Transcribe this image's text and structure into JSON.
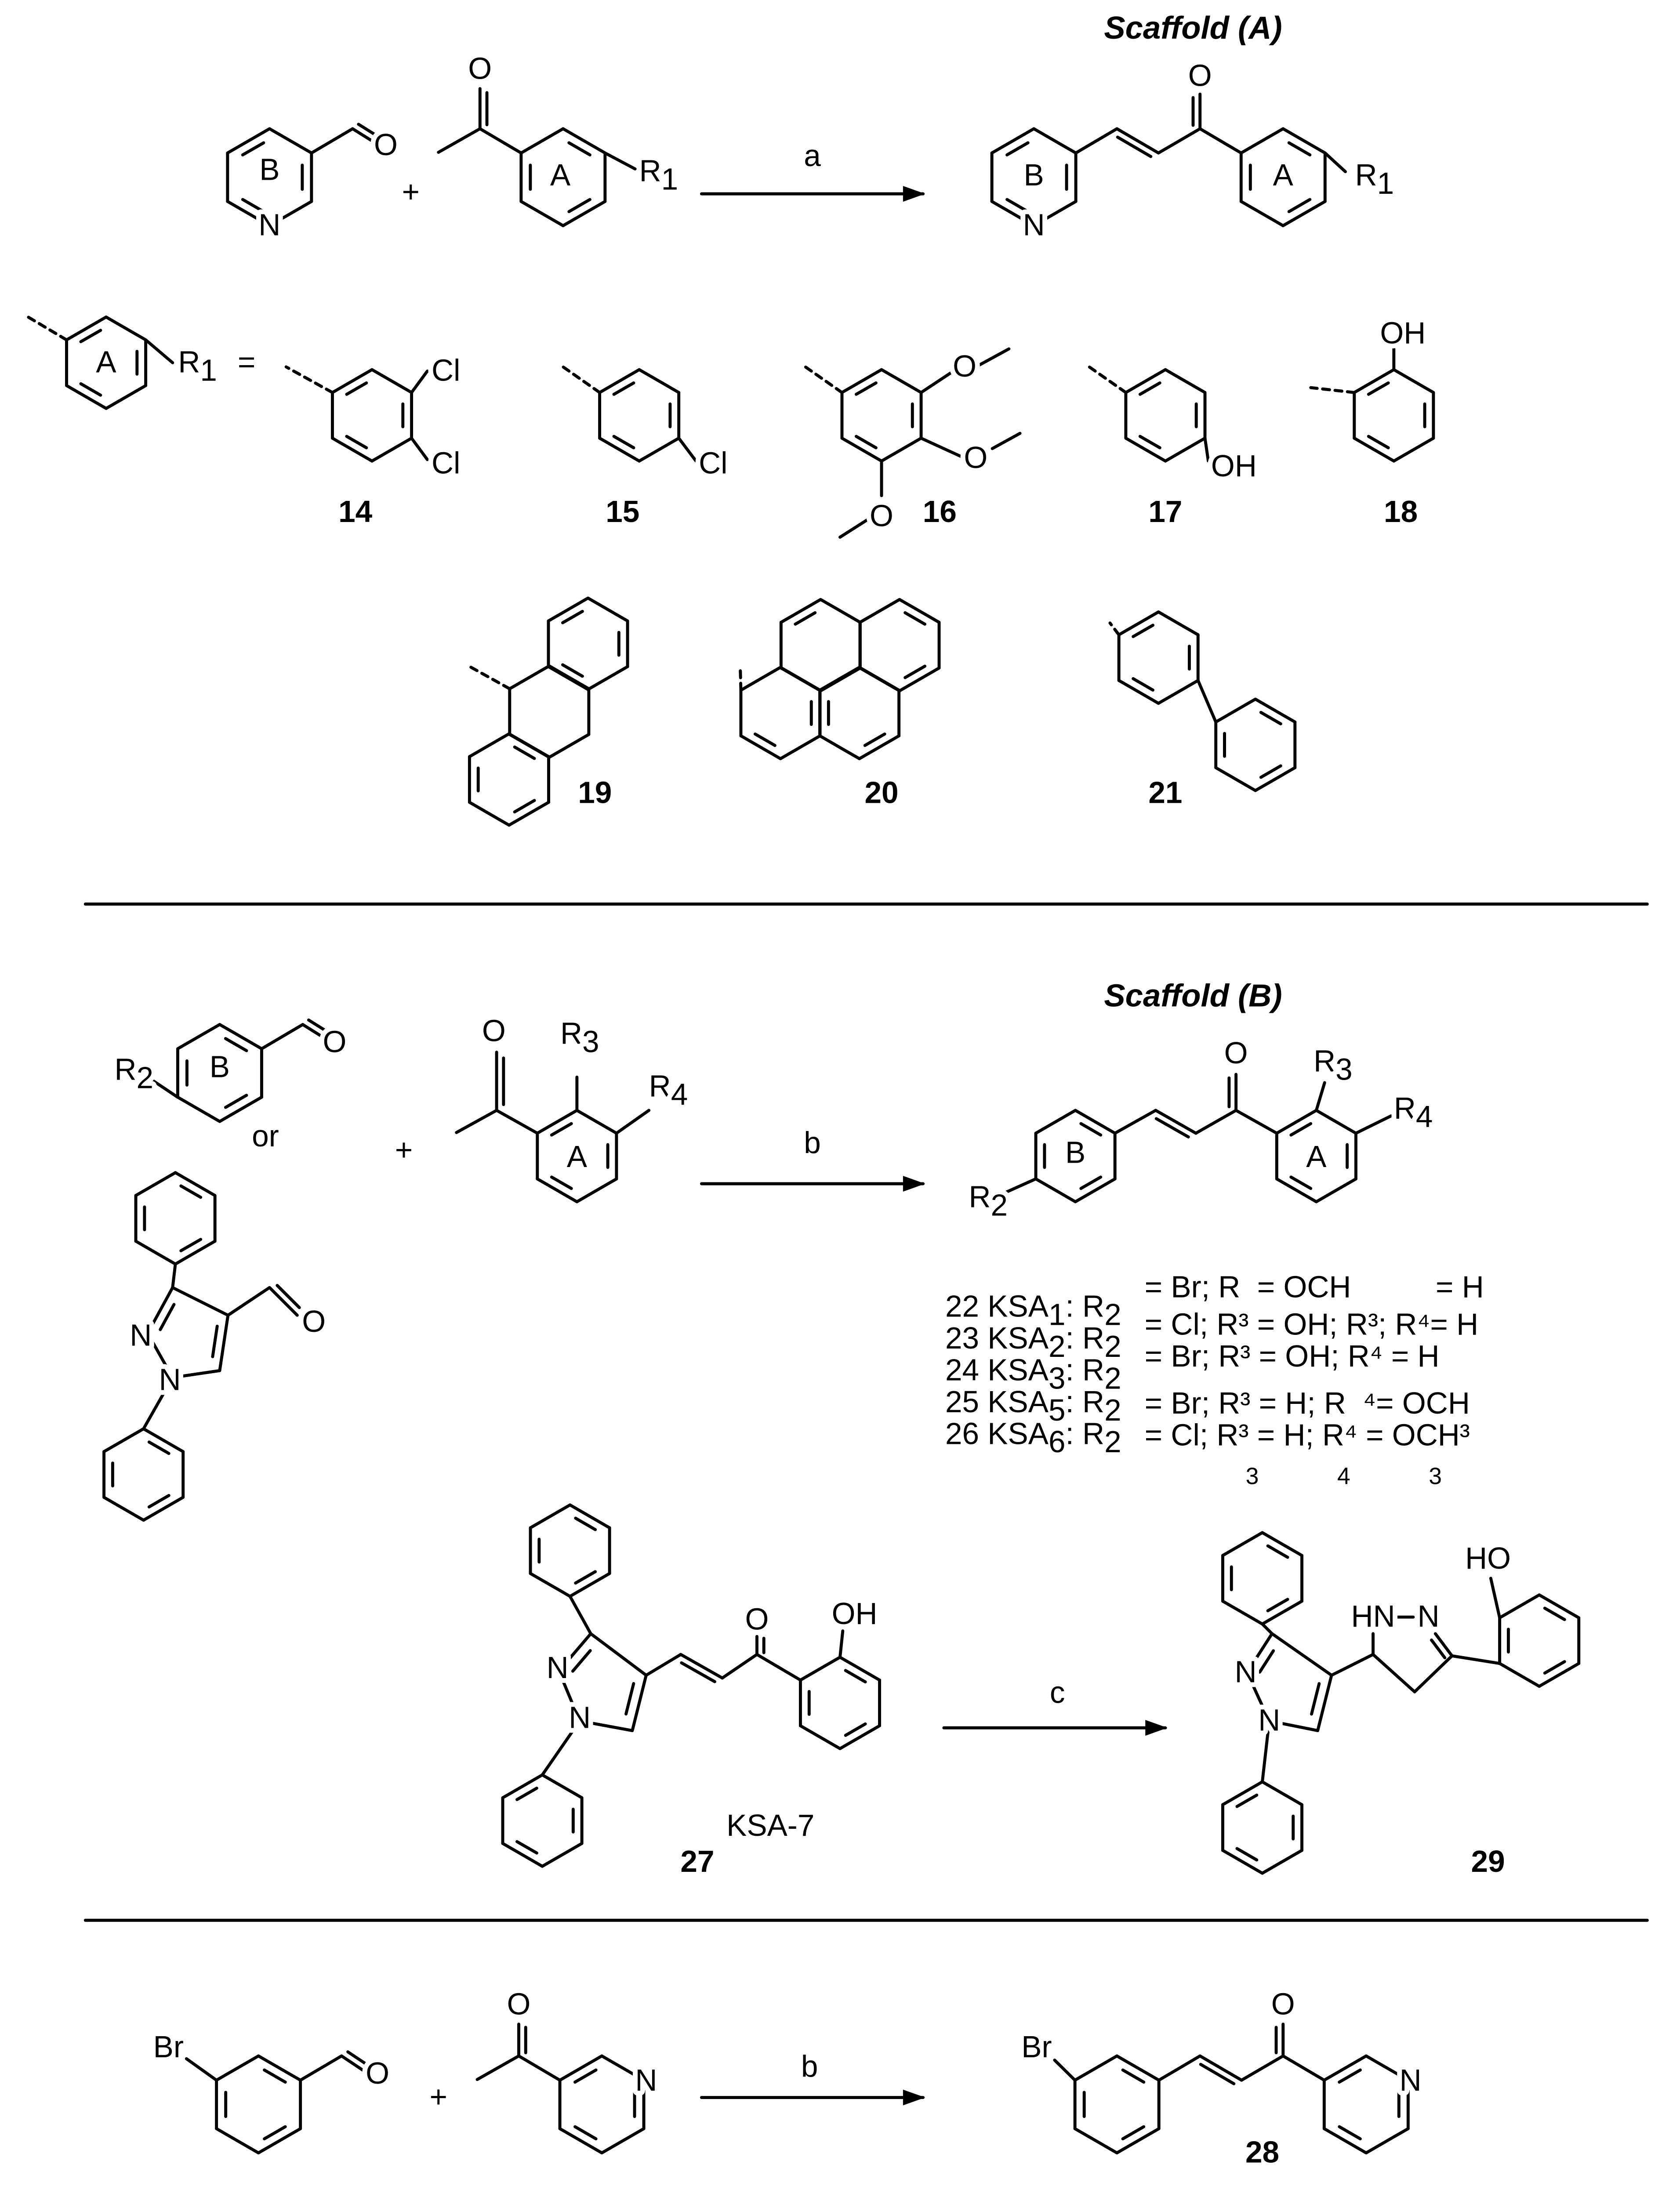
{
  "scaffold_a": {
    "title": "Scaffold (A)",
    "reagent_label": "a",
    "plus": "+",
    "ring_a": "A",
    "ring_b": "B",
    "n": "N",
    "o": "O",
    "r1": "R",
    "r1_sub": "1",
    "equals": "=",
    "substituents": [
      {
        "id": "14",
        "atoms": [
          "Cl",
          "Cl"
        ]
      },
      {
        "id": "15",
        "atoms": [
          "Cl"
        ]
      },
      {
        "id": "16",
        "atoms": [
          "O",
          "O",
          "O"
        ]
      },
      {
        "id": "17",
        "atoms": [
          "OH"
        ]
      },
      {
        "id": "18",
        "atoms": [
          "OH"
        ]
      },
      {
        "id": "19"
      },
      {
        "id": "20"
      },
      {
        "id": "21"
      }
    ]
  },
  "scaffold_b": {
    "title": "Scaffold (B)",
    "reagent_label": "b",
    "plus": "+",
    "or": "or",
    "ring_a": "A",
    "ring_b": "B",
    "o": "O",
    "n": "N",
    "r2": "R",
    "r2_sub": "2",
    "r3": "R",
    "r3_sub": "3",
    "r4": "R",
    "r4_sub": "4",
    "compounds": [
      {
        "id": "22",
        "code": "KSA",
        "code_sub": "1",
        "text": ": R",
        "r_sub": "2"
      },
      {
        "id": "23",
        "code": "KSA",
        "code_sub": "2",
        "text": ": R",
        "r_sub": "2"
      },
      {
        "id": "24",
        "code": "KSA",
        "code_sub": "3",
        "text": ": R",
        "r_sub": "2"
      },
      {
        "id": "25",
        "code": "KSA",
        "code_sub": "5",
        "text": ": R",
        "r_sub": "2"
      },
      {
        "id": "26",
        "code": "KSA",
        "code_sub": "6",
        "text": ": R",
        "r_sub": "2"
      }
    ],
    "definition_lines": [
      "= Br; R  = OCH          = H",
      "= Cl; R³ = OH; R³; R⁴= H",
      "= Br; R³ = OH; R⁴ = H",
      "= Br; R³ = H; R  ⁴= OCH",
      "= Cl; R³ = H; R⁴ = OCH³",
      "3            4            3"
    ]
  },
  "reaction_c": {
    "reagent_label": "c",
    "start_id": "27",
    "start_code": "KSA-7",
    "product_id": "29",
    "oh": "OH",
    "ho": "HO",
    "hn": "HN",
    "n": "N",
    "o": "O"
  },
  "reaction_28": {
    "reagent_label": "b",
    "plus": "+",
    "br": "Br",
    "o": "O",
    "n": "N",
    "product_id": "28"
  }
}
